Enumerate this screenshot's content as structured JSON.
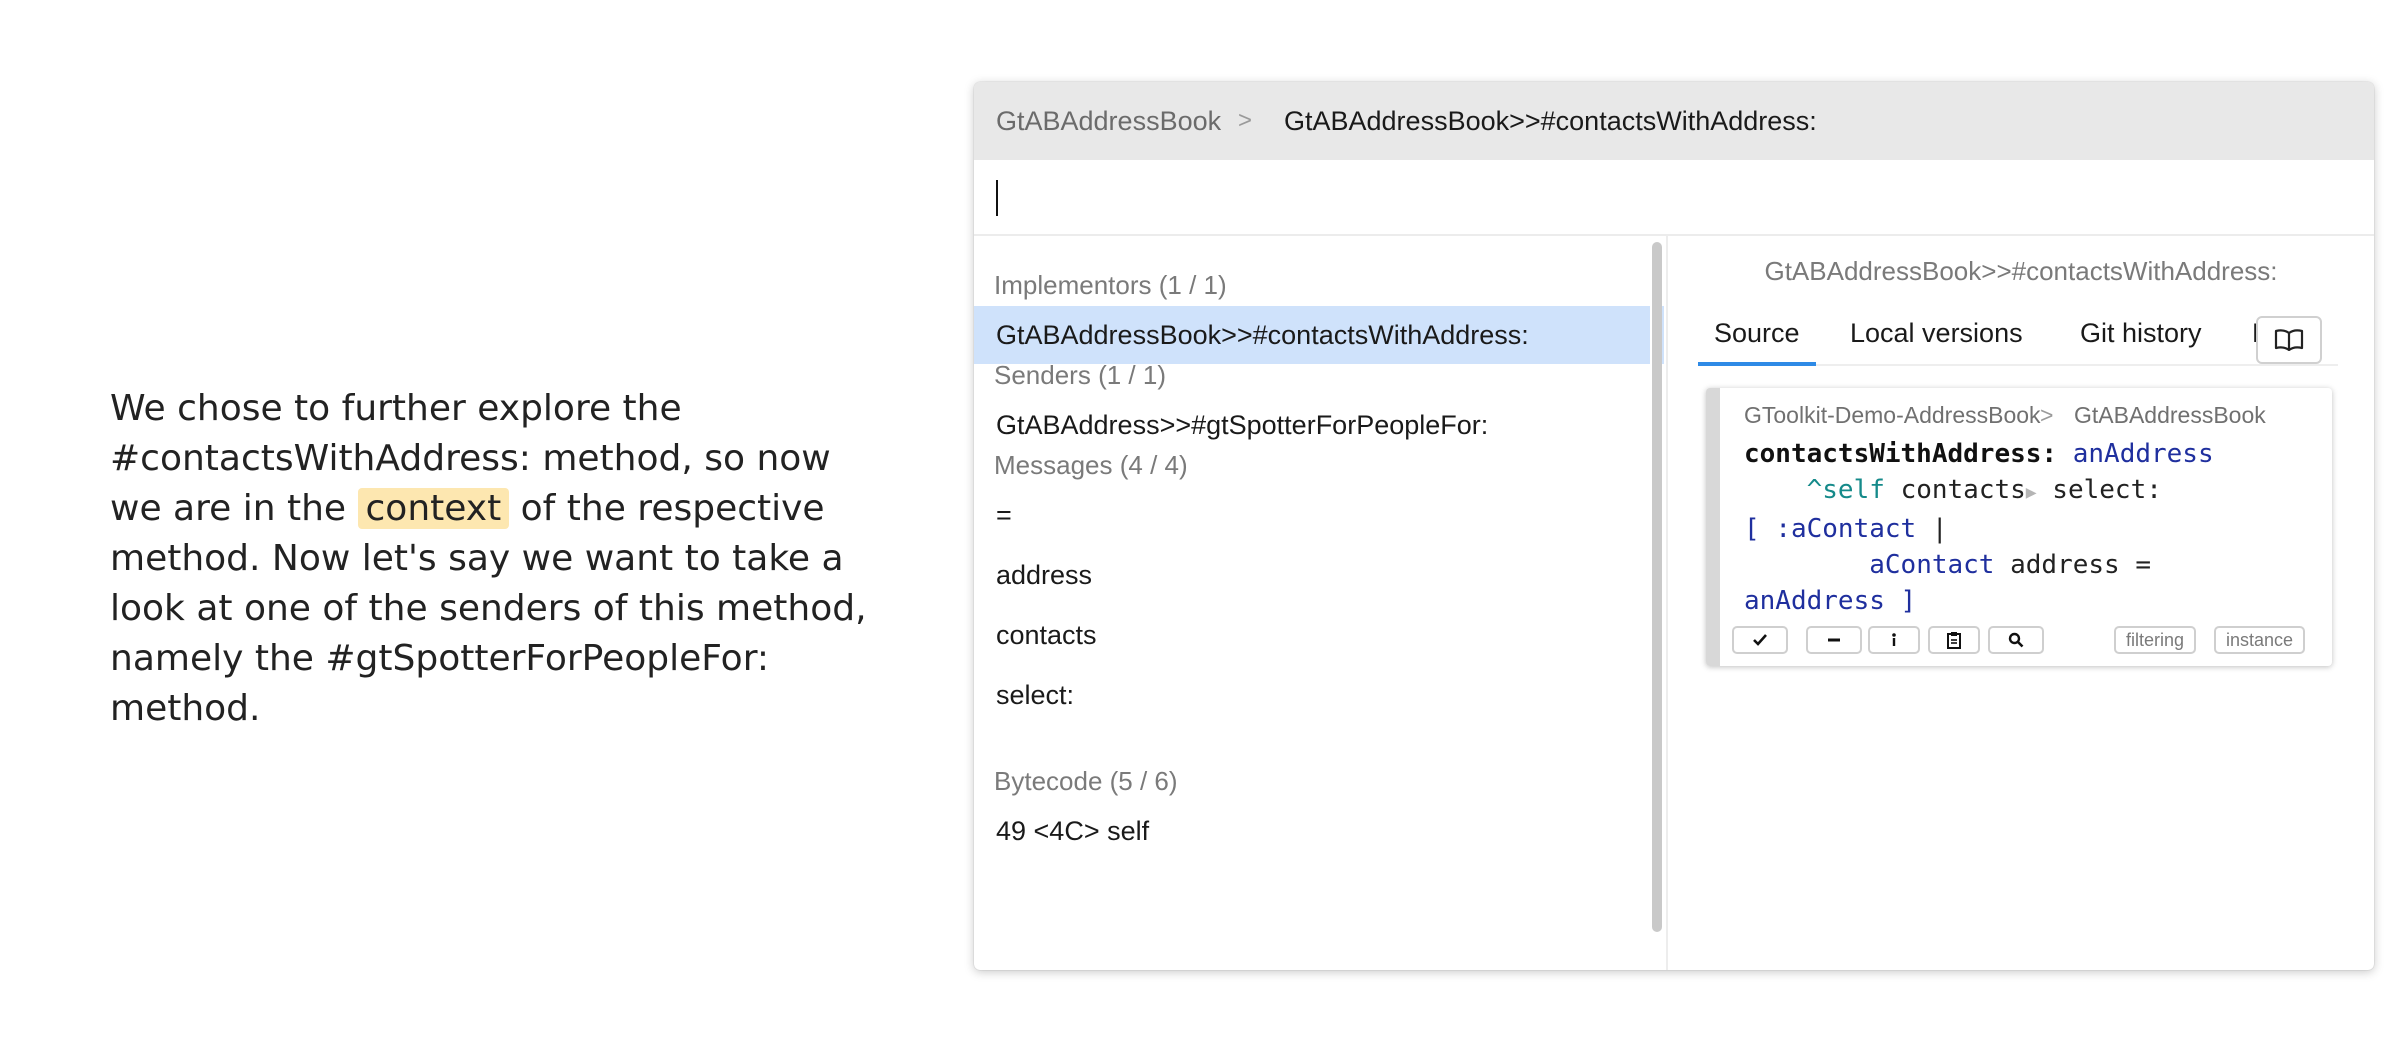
{
  "narrative": {
    "before": "We chose to further explore the #contactsWithAddress: method, so now we are in the",
    "highlight": "context",
    "after": "of the respective method. Now let's say we want to take a look at one of the senders of this method, namely the #gtSpotterForPeopleFor: method."
  },
  "spotter": {
    "breadcrumb": {
      "root": "GtABAddressBook",
      "separator": ">",
      "current": "GtABAddressBook>>#contactsWithAddress:"
    },
    "search": {
      "value": "",
      "placeholder": ""
    },
    "sections": [
      {
        "title": "Implementors (1 / 1)",
        "items": [
          "GtABAddressBook>>#contactsWithAddress:"
        ]
      },
      {
        "title": "Senders (1 / 1)",
        "items": [
          "GtABAddress>>#gtSpotterForPeopleFor:"
        ]
      },
      {
        "title": "Messages (4 / 4)",
        "items": [
          "=",
          "address",
          "contacts",
          "select:"
        ]
      },
      {
        "title": "Bytecode (5 / 6)",
        "items": [
          "49 <4C> self"
        ]
      }
    ],
    "selected_item": "GtABAddressBook>>#contactsWithAddress:",
    "preview": {
      "title": "GtABAddressBook>>#contactsWithAddress:",
      "tabs": [
        "Source",
        "Local versions",
        "Git history",
        "E"
      ],
      "active_tab": "Source",
      "book_icon": "book-open-icon",
      "card": {
        "package": "GToolkit-Demo-AddressBook",
        "separator": ">",
        "class": "GtABAddressBook",
        "code": {
          "selector": "contactsWithAddress:",
          "argument": "anAddress",
          "caret": "^",
          "self": "self",
          "receiver": "contacts",
          "message": "select:",
          "block_open": "[",
          "block_arg": ":aContact",
          "bar": "|",
          "block_var": "aContact",
          "accessor": "address",
          "op": "=",
          "compare_arg": "anAddress",
          "block_close": "]"
        },
        "toolbar": [
          "accept-icon",
          "remove-icon",
          "inspect-icon",
          "clipboard-icon",
          "search-icon"
        ],
        "tags": [
          "filtering",
          "instance"
        ]
      }
    }
  },
  "colors": {
    "highlight": "#fde7b0",
    "selection": "#cfe2fb",
    "accent": "#2e8ae6",
    "argument": "#1f2f9e",
    "self": "#158a8a"
  }
}
